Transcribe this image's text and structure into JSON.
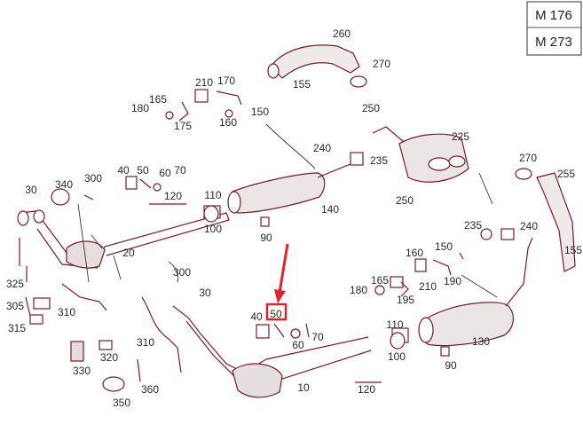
{
  "model_box": {
    "rows": [
      "M 176",
      "M 273"
    ]
  },
  "highlight": {
    "label": "50",
    "color": "#e0242b"
  },
  "colors": {
    "line": "#7a1c26",
    "text": "#2a2a2a",
    "fill": "#e9e4e4",
    "dark": "#5a1a22"
  },
  "labels": [
    "260",
    "270",
    "170",
    "210",
    "155",
    "165",
    "180",
    "150",
    "175",
    "160",
    "250",
    "225",
    "240",
    "235",
    "270",
    "255",
    "30",
    "340",
    "300",
    "40",
    "50",
    "60",
    "70",
    "120",
    "110",
    "100",
    "140",
    "90",
    "20",
    "325",
    "305",
    "315",
    "310",
    "330",
    "320",
    "350",
    "360",
    "300",
    "30",
    "310",
    "40",
    "50",
    "60",
    "70",
    "150",
    "160",
    "165",
    "180",
    "210",
    "190",
    "195",
    "235",
    "240",
    "155",
    "110",
    "100",
    "130",
    "90",
    "120",
    "10",
    "250"
  ]
}
